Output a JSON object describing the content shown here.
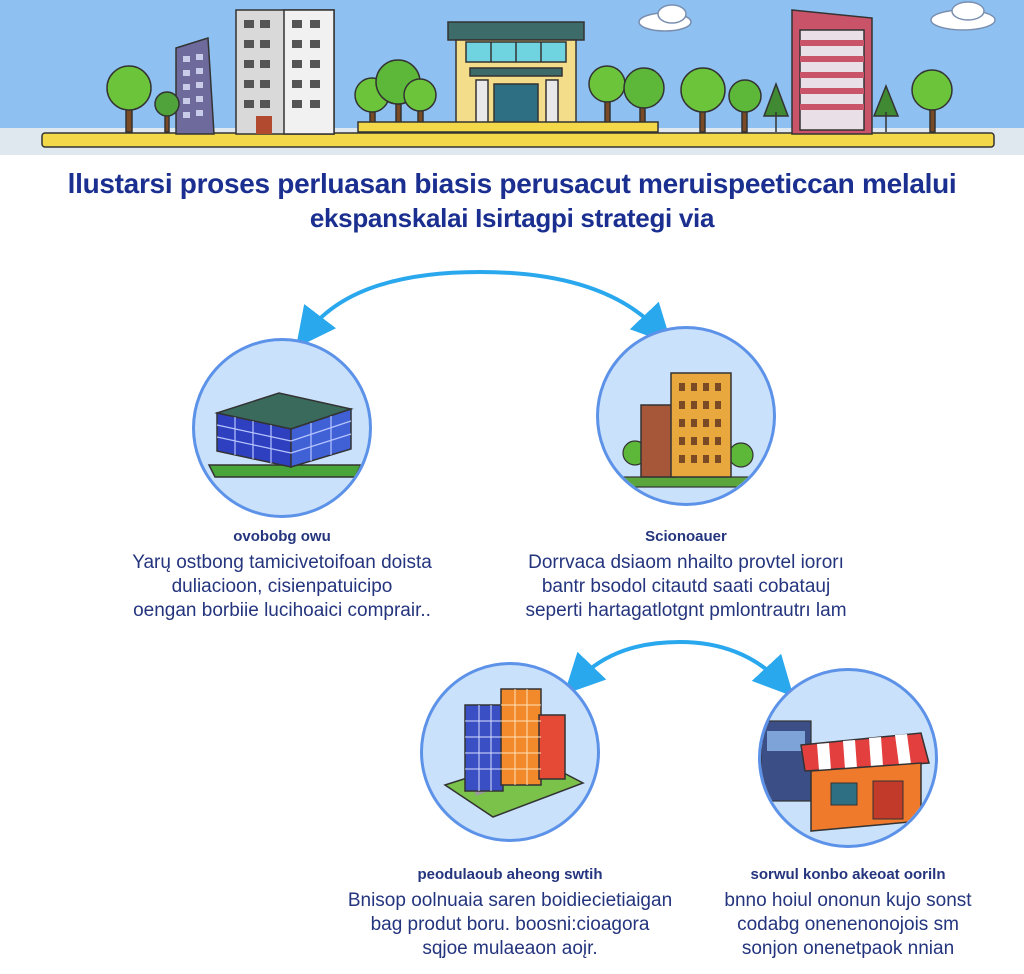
{
  "title": {
    "line1": "llustarsi proses perluasan biasis perusacut meruispeeticcan melalui",
    "line2": "ekspanskalai Isirtagpi strategi via"
  },
  "colors": {
    "sky": "#8ec1f2",
    "title_text": "#1a2f8f",
    "caption_text": "#24357e",
    "node_fill": "#c9e1fb",
    "node_border": "#5d92e9",
    "arrow": "#2aa8ee",
    "road": "#f3d94a"
  },
  "nodes": [
    {
      "id": "node1",
      "icon": "office-building-icon",
      "heading": "ovobobg owu",
      "lines": [
        "Yarų ostbong tamicivetoifoan doista",
        "duliacioon, cisienpatuicipo",
        "oengan borbiie lucihoaici comprair.."
      ]
    },
    {
      "id": "node2",
      "icon": "high-rise-towers-icon",
      "heading": "Scionoauer",
      "lines": [
        "Dorrvaca dsiaom nhailto provtel iororı",
        "bantr bsodol citautd saati cobatauj",
        "seperti hartagatlotgnt pmlontrautrı lam"
      ]
    },
    {
      "id": "node3",
      "icon": "city-blocks-icon",
      "heading": "peodulaoub aheong swtih",
      "lines": [
        "Bnisop oolnuaia saren boidiecietiaigan",
        "bag produt boru. boosni:cioagora",
        "sqjoe mulaeaon aoįr."
      ]
    },
    {
      "id": "node4",
      "icon": "shop-awning-icon",
      "heading": "sorwul konbo akeoat ooriln",
      "lines": [
        "bnno hoiul ononun kujo sonst",
        "codabg onenenonojois sm",
        "sonjon onenetpaok nnian"
      ]
    }
  ]
}
